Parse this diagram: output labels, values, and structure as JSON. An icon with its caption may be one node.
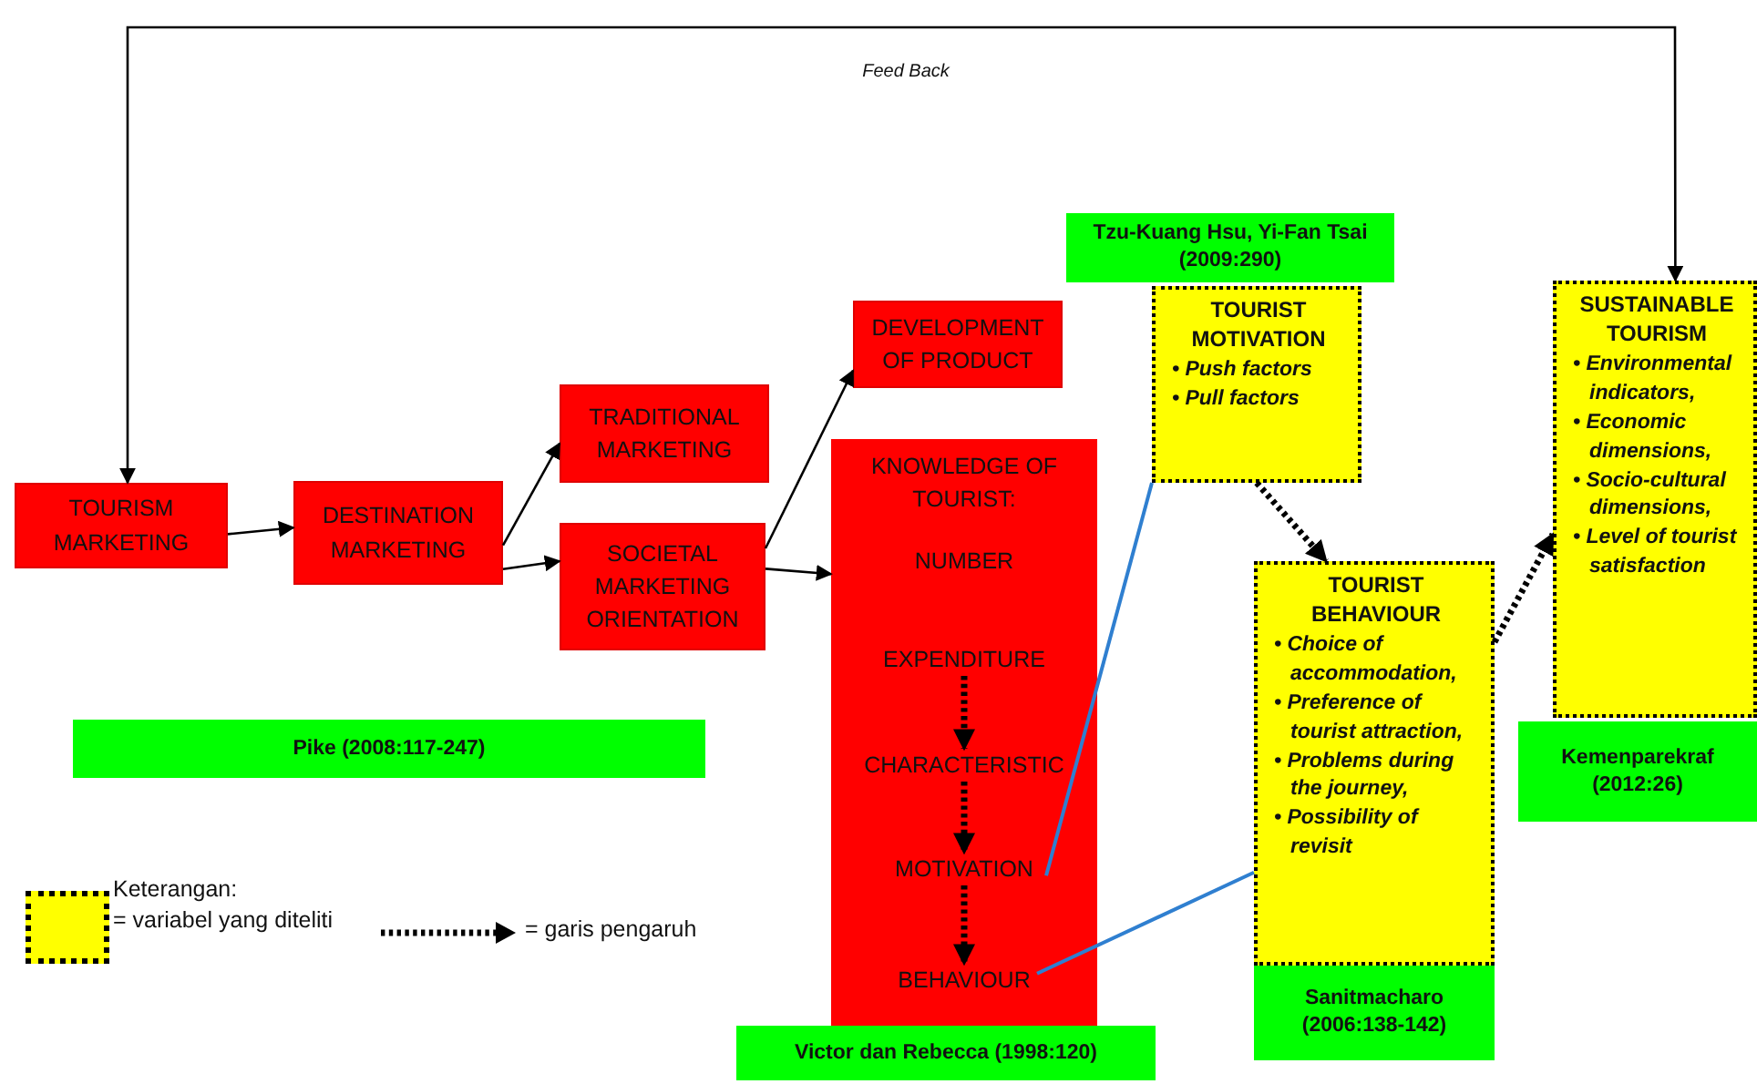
{
  "diagram": {
    "nodes": [
      {
        "text": [
          "TOURISM MARKETING"
        ]
      },
      {
        "text": [
          "DESTINATION MARKETING"
        ]
      },
      {
        "text": [
          "TRADITIONAL MARKETING"
        ]
      },
      {
        "text": [
          "SOCIETAL MARKETING ORIENTATION"
        ]
      },
      {
        "text": [
          "DEVELOPMENT OF PRODUCT"
        ]
      },
      {
        "text": [
          "KNOWLEDGE OF TOURIST:"
        ]
      },
      {
        "text": [
          "NUMBER"
        ],
        "in": 5
      },
      {
        "text": [
          "EXPENDITURE"
        ],
        "in": 5
      },
      {
        "text": [
          "CHARACTERISTIC"
        ],
        "in": 5
      },
      {
        "text": [
          "MOTIVATION"
        ],
        "in": 5
      },
      {
        "text": [
          "BEHAVIOUR"
        ],
        "in": 5
      },
      {
        "text": [
          "Pike (2008:117-247)"
        ]
      },
      {
        "text": [
          "Victor dan Rebecca (1998:120)"
        ]
      },
      {
        "text": [
          "Tzu-Kuang Hsu, Yi-Fan Tsai (2009:290)"
        ]
      },
      {
        "text": [
          "TOURIST MOTIVATION",
          "• Push factors",
          "• Pull factors"
        ]
      },
      {
        "text": [
          "TOURIST BEHAVIOUR",
          "• Choice of accommodation,",
          "• Preference of tourist attraction,",
          "• Problems during the journey,",
          "• Possibility of revisit"
        ]
      },
      {
        "text": [
          "Sanitmacharo (2006:138-142)"
        ]
      },
      {
        "text": [
          "SUSTAINABLE TOURISM",
          "• Environmental indicators,",
          "• Economic dimensions,",
          "• Socio-cultural dimensions,",
          "• Level of tourist satisfaction"
        ]
      },
      {
        "text": [
          "Kemenparekraf (2012:26)"
        ]
      }
    ],
    "edges": [
      {
        "from": 0,
        "to": 1,
        "arrow": "to"
      },
      {
        "from": 1,
        "to": 2,
        "arrow": "to"
      },
      {
        "from": 1,
        "to": 3,
        "arrow": "to"
      },
      {
        "from": 3,
        "to": 4,
        "arrow": "to"
      },
      {
        "from": 3,
        "to": 5,
        "arrow": "to"
      },
      {
        "from": 7,
        "to": 8,
        "arrow": "to",
        "style": "dashed"
      },
      {
        "from": 8,
        "to": 9,
        "arrow": "to",
        "style": "dashed"
      },
      {
        "from": 9,
        "to": 10,
        "arrow": "to",
        "style": "dashed"
      },
      {
        "from": 14,
        "to": 15,
        "arrow": "to",
        "style": "dashed"
      },
      {
        "from": 15,
        "to": 17,
        "arrow": "to",
        "style": "dashed"
      },
      {
        "from": 9,
        "to": 14,
        "arrow": "none",
        "color": "#2f7fd0"
      },
      {
        "from": 10,
        "to": 15,
        "arrow": "none",
        "color": "#2f7fd0"
      },
      {
        "from": 17,
        "to": 0,
        "arrow": "both",
        "label": "Feed Back"
      }
    ],
    "labels": [
      "Keterangan:"
    ],
    "legend": [
      {
        "text": "= variabel yang diteliti",
        "color": "#ffff00"
      },
      {
        "text": "= garis pengaruh"
      }
    ]
  }
}
